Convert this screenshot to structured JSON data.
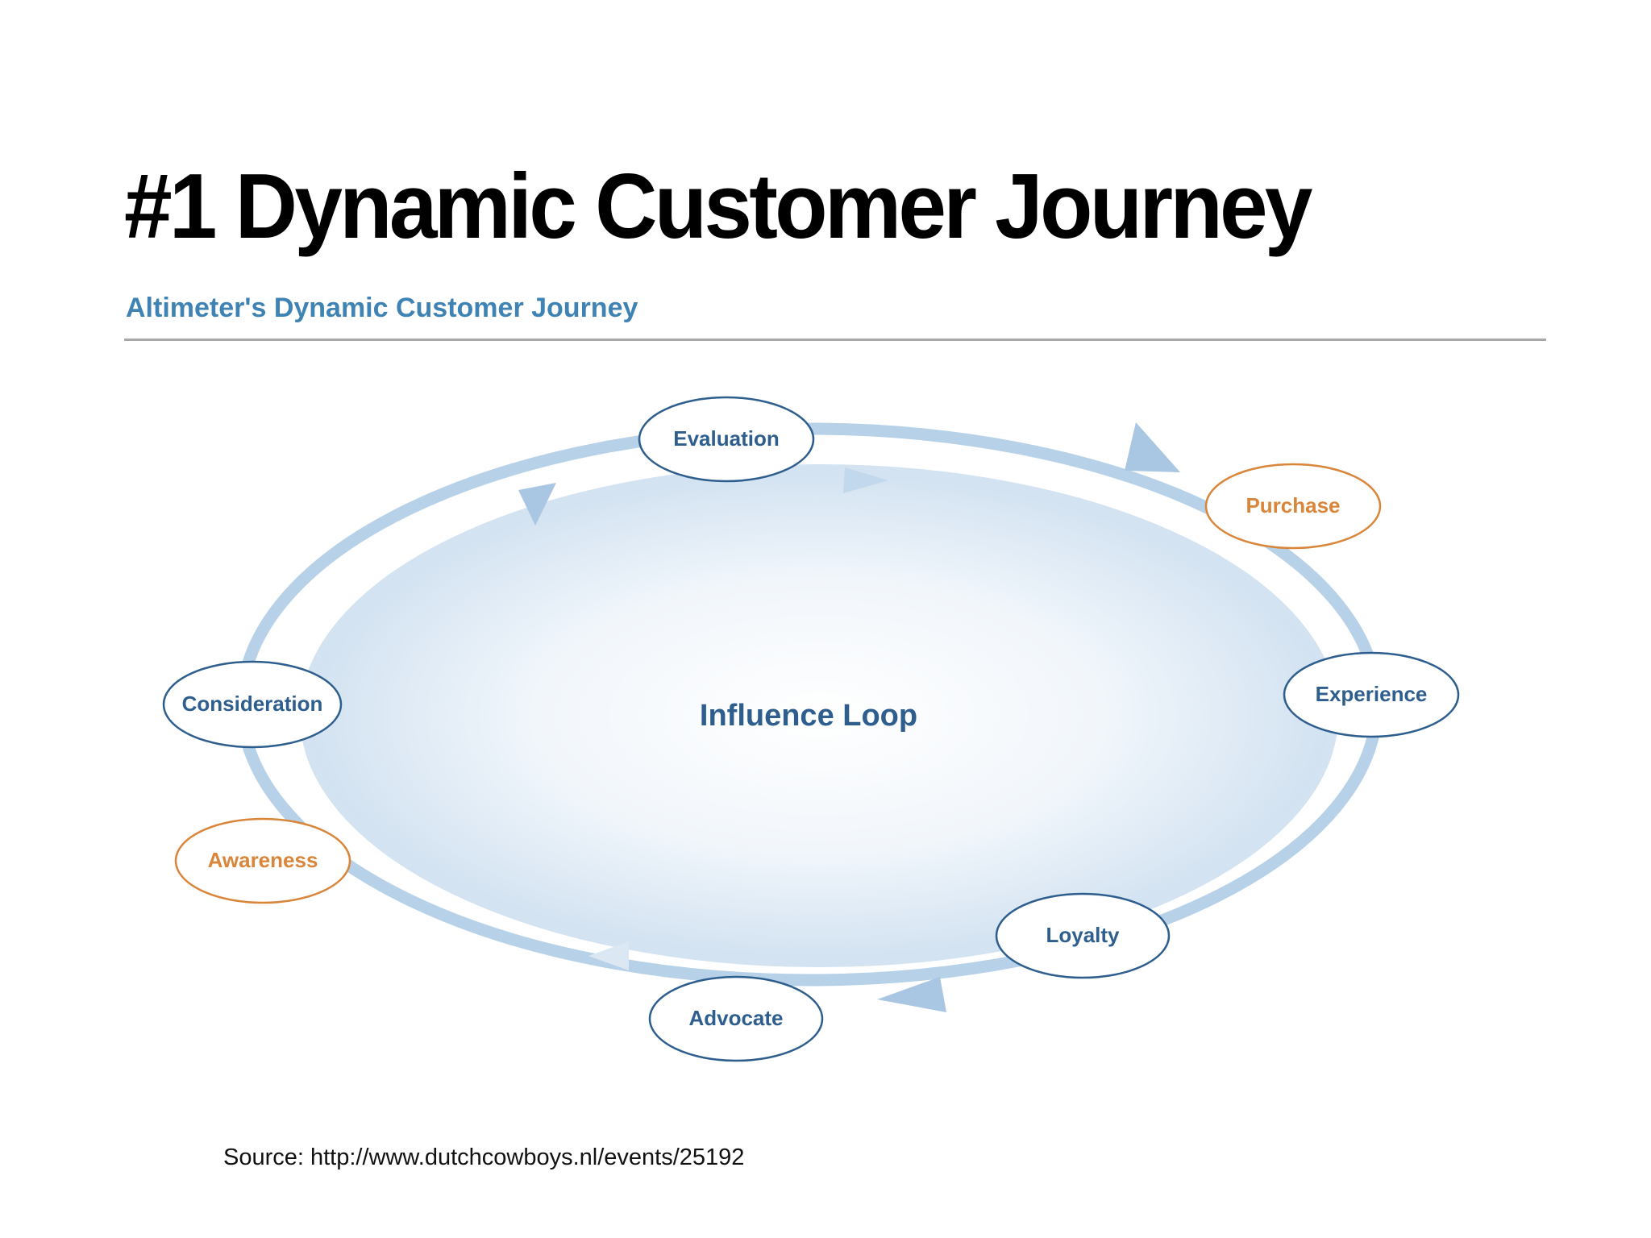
{
  "slide": {
    "title": "#1 Dynamic Customer Journey",
    "source": "Source: http://www.dutchcowboys.nl/events/25192"
  },
  "figure": {
    "title": "Altimeter's Dynamic Customer Journey",
    "center_label": "Influence Loop",
    "stages": [
      {
        "label": "Evaluation",
        "color": "#2d5e8e"
      },
      {
        "label": "Purchase",
        "color": "#d9853a"
      },
      {
        "label": "Experience",
        "color": "#2d5e8e"
      },
      {
        "label": "Loyalty",
        "color": "#2d5e8e"
      },
      {
        "label": "Advocate",
        "color": "#2d5e8e"
      },
      {
        "label": "Awareness",
        "color": "#d9853a"
      },
      {
        "label": "Consideration",
        "color": "#2d5e8e"
      }
    ],
    "colors": {
      "loop": "#b7d1e8",
      "inner_fill": "#e4eef8",
      "stage_border_blue": "#2d5e8e",
      "stage_border_orange": "#d9853a"
    }
  }
}
